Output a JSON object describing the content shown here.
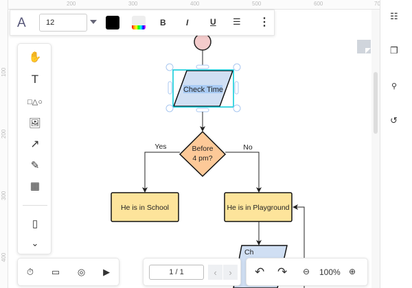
{
  "ruler": {
    "top": [
      "200",
      "300",
      "400",
      "500",
      "600",
      "70"
    ],
    "left": [
      "100",
      "200",
      "300",
      "400"
    ]
  },
  "text_toolbar": {
    "font_size": "12",
    "bold": "B",
    "italic": "I",
    "underline": "U"
  },
  "tools": [
    "hand",
    "text",
    "shapes",
    "image",
    "arrow",
    "pen",
    "table",
    "template",
    "more"
  ],
  "bottom_tools": [
    "timer",
    "video",
    "comments",
    "present"
  ],
  "pagination": {
    "page": "1 / 1"
  },
  "zoom": {
    "level": "100%"
  },
  "flowchart": {
    "process": "Check Time",
    "decision_line1": "Before",
    "decision_line2": "4 pm?",
    "yes": "Yes",
    "no": "No",
    "school": "He is in School",
    "playground": "He is in Playground",
    "partial": "Ch"
  },
  "colors": {
    "start": "#f4cccc",
    "process": "#d0dff3",
    "decision": "#fdc998",
    "box": "#fde49b",
    "selection": "#00c8d7"
  }
}
